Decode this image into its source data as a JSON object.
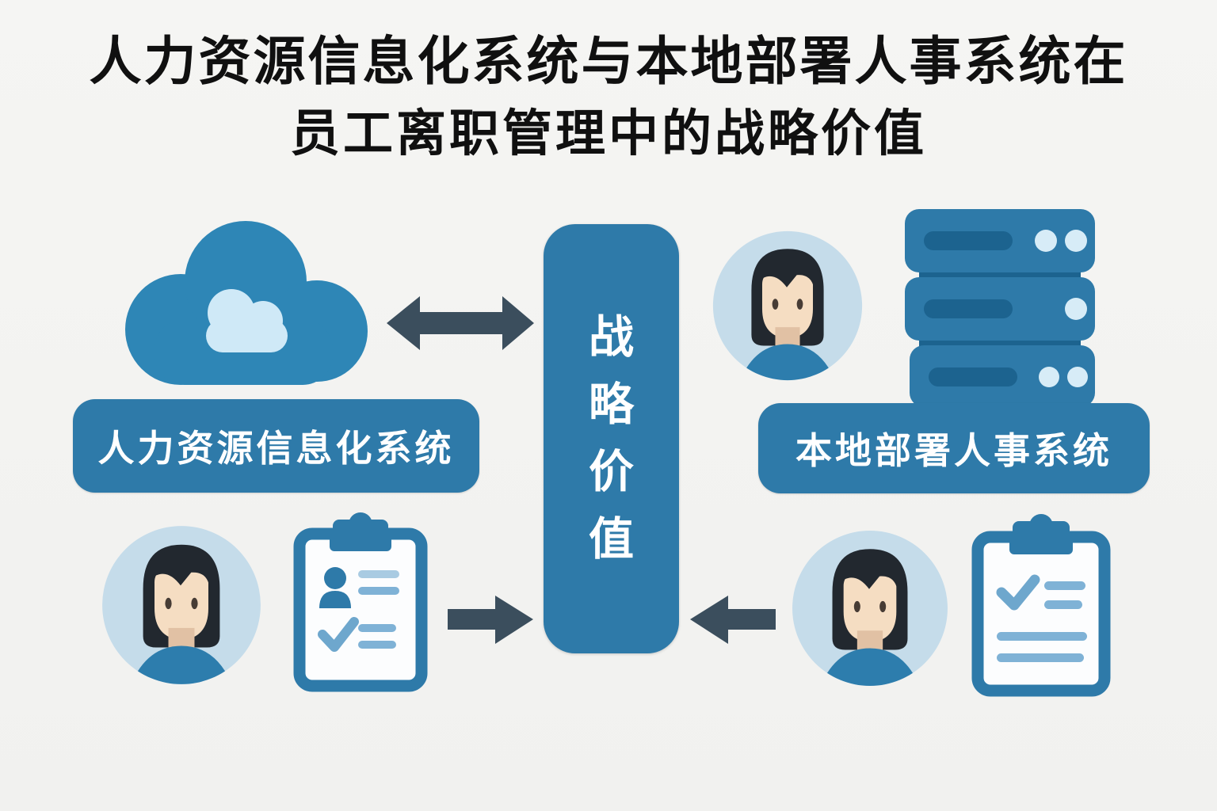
{
  "title": {
    "line1": "人力资源信息化系统与本地部署人事系统在",
    "line2": "员工离职管理中的战略价值"
  },
  "center_pillar": {
    "label": "战略价值",
    "chars": [
      "战",
      "略",
      "价",
      "值"
    ]
  },
  "cloud_system": {
    "label": "人力资源信息化系统",
    "icon": "cloud-icon"
  },
  "local_system": {
    "label": "本地部署人事系统",
    "icons": [
      "woman-avatar-icon",
      "server-stack-icon"
    ]
  },
  "bottom_left_group": {
    "icons": [
      "woman-avatar-icon",
      "clipboard-user-checklist-icon"
    ]
  },
  "bottom_right_group": {
    "icons": [
      "woman-avatar-icon",
      "clipboard-checklist-icon"
    ]
  },
  "arrows": {
    "cloud_to_pillar": "double-headed-horizontal",
    "bottom_left_to_pillar": "right-pointing",
    "bottom_right_to_pillar": "left-pointing"
  },
  "colors": {
    "background": "#f3f3f1",
    "title_text": "#101010",
    "primary_blue": "#2e7aa9",
    "dark_slot_blue": "#1c638f",
    "avatar_circle_blue": "#c5dcea",
    "pale_blue": "#d7ecf7",
    "line_blue": "#7fb2d6",
    "arrow_slate": "#3b4e5d",
    "label_text": "#ffffff",
    "skin": "#f5ddc2",
    "hair": "#22282f"
  }
}
